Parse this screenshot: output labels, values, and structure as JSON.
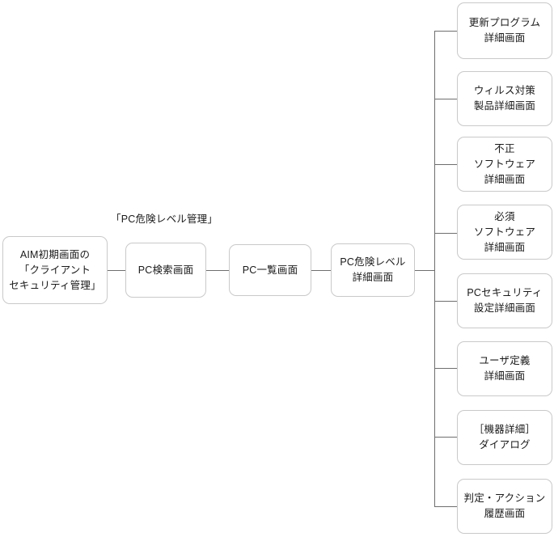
{
  "diagram": {
    "title_label": "「PC危険レベル管理」",
    "chain": [
      {
        "id": "aim-home",
        "label": "AIM初期画面の\n「クライアント\nセキュリティ管理」"
      },
      {
        "id": "pc-search",
        "label": "PC検索画面"
      },
      {
        "id": "pc-list",
        "label": "PC一覧画面"
      },
      {
        "id": "pc-risk-detail",
        "label": "PC危険レベル\n詳細画面"
      }
    ],
    "branches": [
      {
        "id": "update-program-detail",
        "label": "更新プログラム\n詳細画面"
      },
      {
        "id": "antivirus-product-detail",
        "label": "ウィルス対策\n製品詳細画面"
      },
      {
        "id": "unauthorized-software-detail",
        "label": "不正\nソフトウェア\n詳細画面"
      },
      {
        "id": "required-software-detail",
        "label": "必須\nソフトウェア\n詳細画面"
      },
      {
        "id": "pc-security-setting-detail",
        "label": "PCセキュリティ\n設定詳細画面"
      },
      {
        "id": "user-defined-detail",
        "label": "ユーザ定義\n詳細画面"
      },
      {
        "id": "device-detail-dialog",
        "label": "［機器詳細］\nダイアログ"
      },
      {
        "id": "judgement-action-history",
        "label": "判定・アクション\n履歴画面"
      }
    ],
    "colors": {
      "node_border": "#c9c9c9",
      "node_fill": "#ffffff",
      "edge": "#6e6e6e",
      "text": "#1a1a1a",
      "background": "#ffffff"
    }
  }
}
